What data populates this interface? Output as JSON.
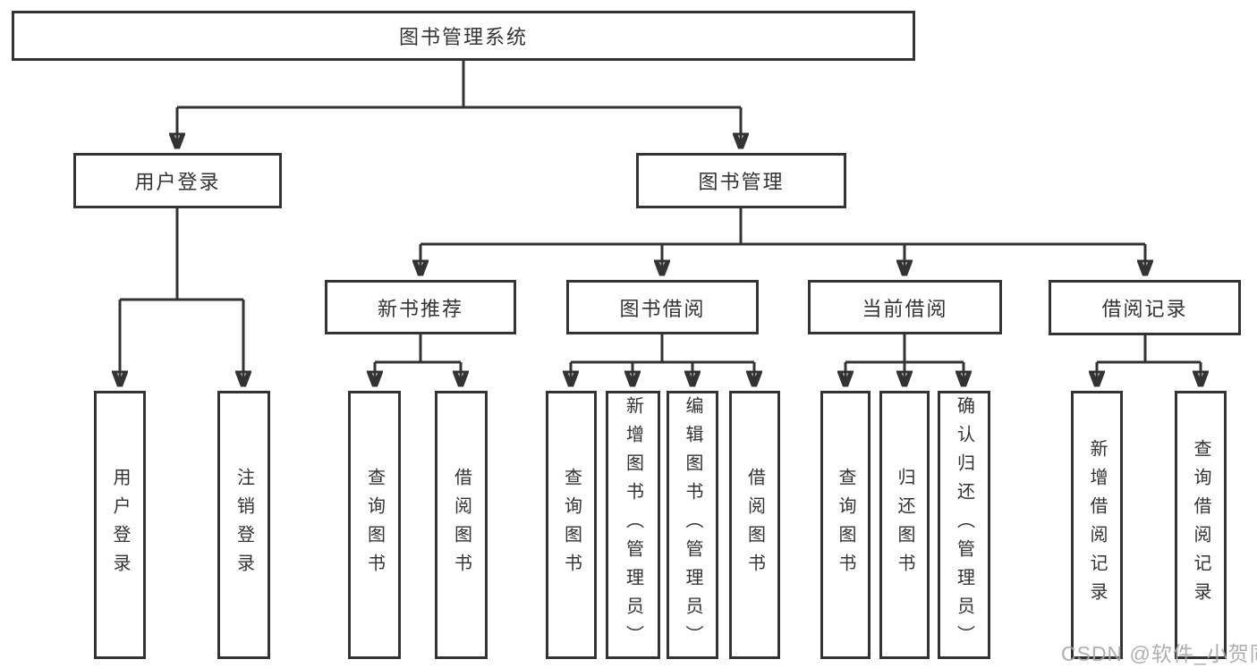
{
  "nodes": {
    "root": "图书管理系统",
    "userLogin": "用户登录",
    "bookMgmt": "图书管理",
    "newBookRec": "新书推荐",
    "bookBorrow": "图书借阅",
    "currentBorrow": "当前借阅",
    "borrowRecords": "借阅记录",
    "leafUserLogin": "用户登录",
    "leafLogout": "注销登录",
    "nbrQuery": "查询图书",
    "nbrBorrow": "借阅图书",
    "bbQuery": "查询图书",
    "bbAdd": "新增图书（管理员）",
    "bbEdit": "编辑图书（管理员）",
    "bbBorrow": "借阅图书",
    "cbQuery": "查询图书",
    "cbReturn": "归还图书",
    "cbConfirm": "确认归还（管理员）",
    "brAdd": "新增借阅记录",
    "brQuery": "查询借阅记录"
  },
  "watermark": "CSDN @软件_小贺同学",
  "colors": {
    "line": "#333333",
    "border": "#333333",
    "text": "#333333",
    "watermark": "#a8a8a8",
    "background": "#ffffff"
  }
}
